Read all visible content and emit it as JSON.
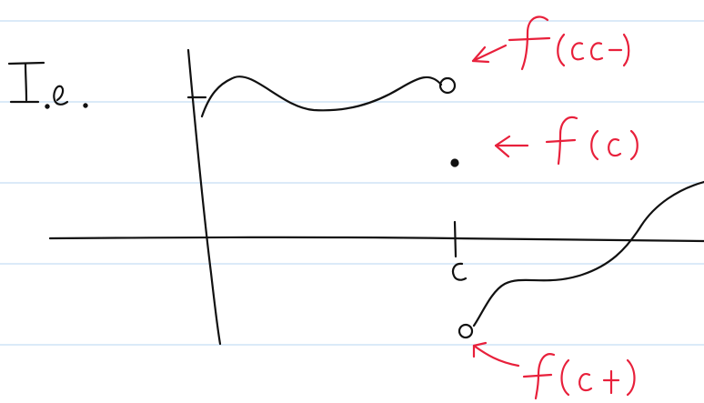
{
  "labels": {
    "interval": "I.e.",
    "point": "c",
    "left_limit": "f(c-)",
    "value": "f(c)",
    "right_limit": "f(c+)"
  },
  "colors": {
    "ink": "#111111",
    "annotation": "#e8203b",
    "ruled_line": "#cfe3f5"
  }
}
